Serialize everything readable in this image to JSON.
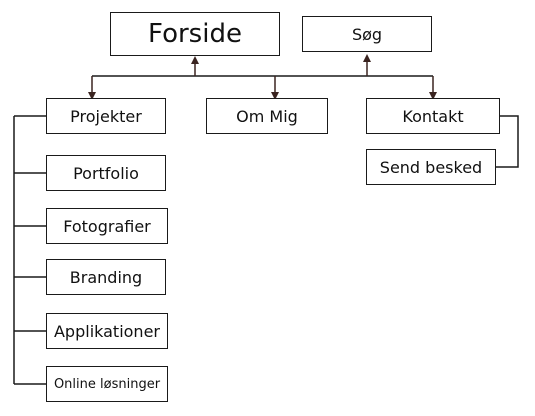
{
  "sitemap": {
    "root": "Forside",
    "search": "Søg",
    "projects": "Projekter",
    "about": "Om Mig",
    "contact": "Kontakt",
    "send_message": "Send besked",
    "project_items": [
      "Portfolio",
      "Fotografier",
      "Branding",
      "Applikationer",
      "Online løsninger"
    ]
  },
  "colors": {
    "line": "#1a1a1a",
    "arrow": "#3a2420",
    "box_border": "#1a1a1a"
  }
}
